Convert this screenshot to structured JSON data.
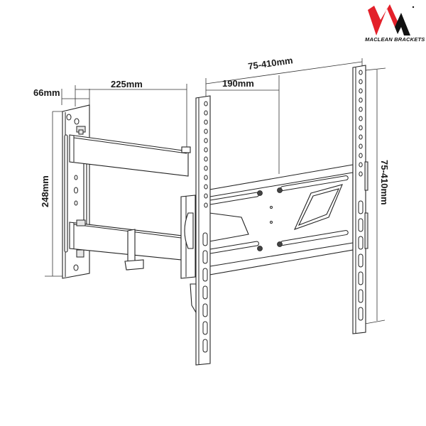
{
  "brand": {
    "name": "MACLEAN BRACKETS",
    "logo_colors": {
      "red": "#e3202a",
      "black": "#111111"
    }
  },
  "dimensions": {
    "wall_plate_depth": "66mm",
    "arm_length": "225mm",
    "arm_offset": "190mm",
    "vesa_horizontal": "75-410mm",
    "vesa_vertical": "75-410mm",
    "wall_plate_height": "248mm"
  },
  "colors": {
    "line": "#222222",
    "background": "#ffffff"
  }
}
